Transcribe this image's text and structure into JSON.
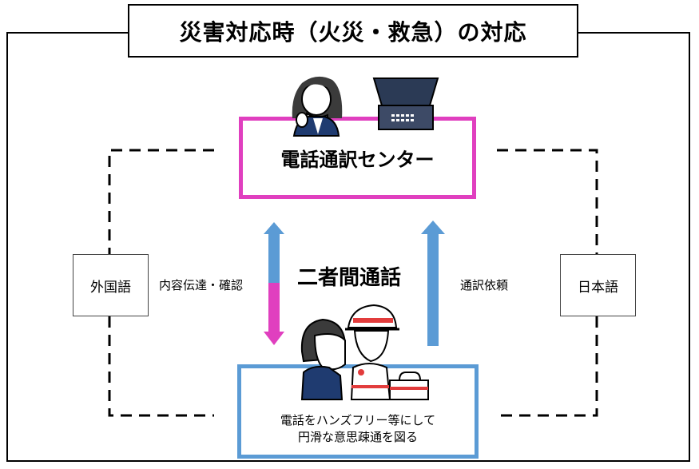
{
  "title": "災害対応時（火災・救急）の対応",
  "center_box": {
    "label": "電話通訳センター"
  },
  "bottom_box": {
    "line1": "電話をハンズフリー等にして",
    "line2": "円滑な意思疎通を図る"
  },
  "left_lang": "外国語",
  "right_lang": "日本語",
  "left_edge_label": "内容伝達・確認",
  "right_edge_label": "通訳依頼",
  "middle_label": "二者間通話",
  "colors": {
    "pink": "#e03fbf",
    "blue": "#5b9bd5",
    "dark_navy": "#3d4a66",
    "red": "#e23c3c"
  },
  "icons": [
    "operator-icon",
    "laptop-icon",
    "firefighter-icon",
    "foreigner-icon",
    "first-aid-kit-icon"
  ]
}
